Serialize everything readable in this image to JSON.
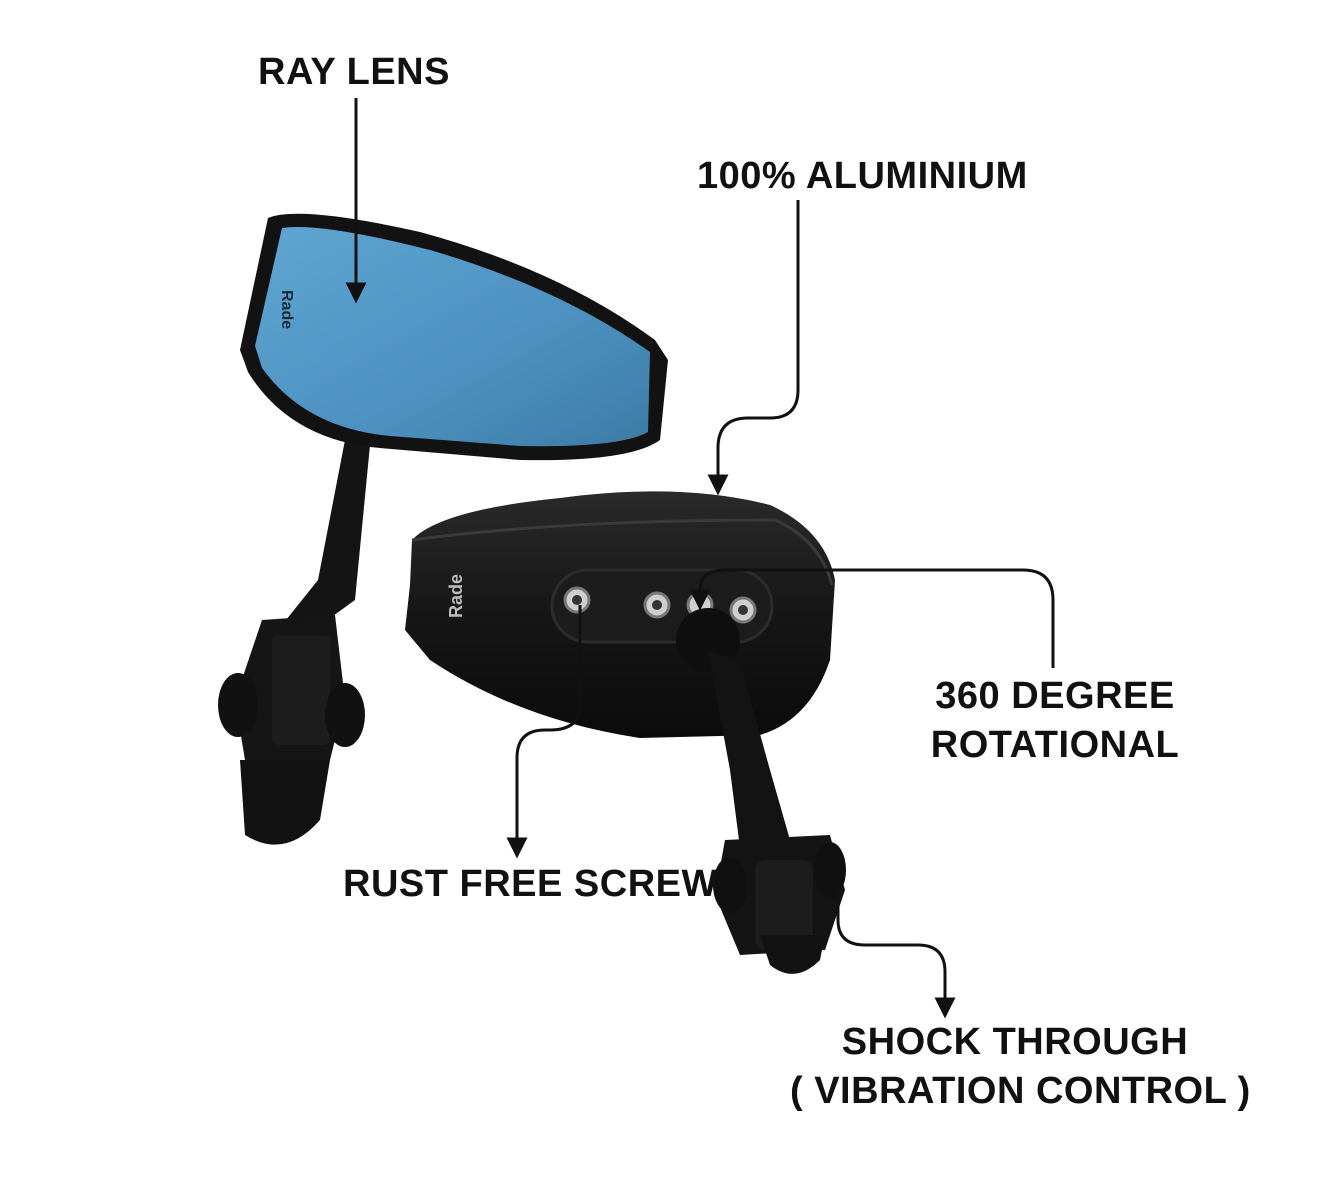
{
  "labels": {
    "ray_lens": "RAY LENS",
    "aluminium": "100% ALUMINIUM",
    "rotational_line1": "360 DEGREE",
    "rotational_line2": "ROTATIONAL",
    "rust_free": "RUST FREE SCREW",
    "shock_line1": "SHOCK THROUGH",
    "shock_line2": "( VIBRATION CONTROL )"
  },
  "logo_text": "Rade",
  "colors": {
    "background": "#ffffff",
    "label_text": "#111111",
    "lens_blue": "#4f96c4",
    "body_black": "#161616",
    "arrow": "#111111"
  }
}
